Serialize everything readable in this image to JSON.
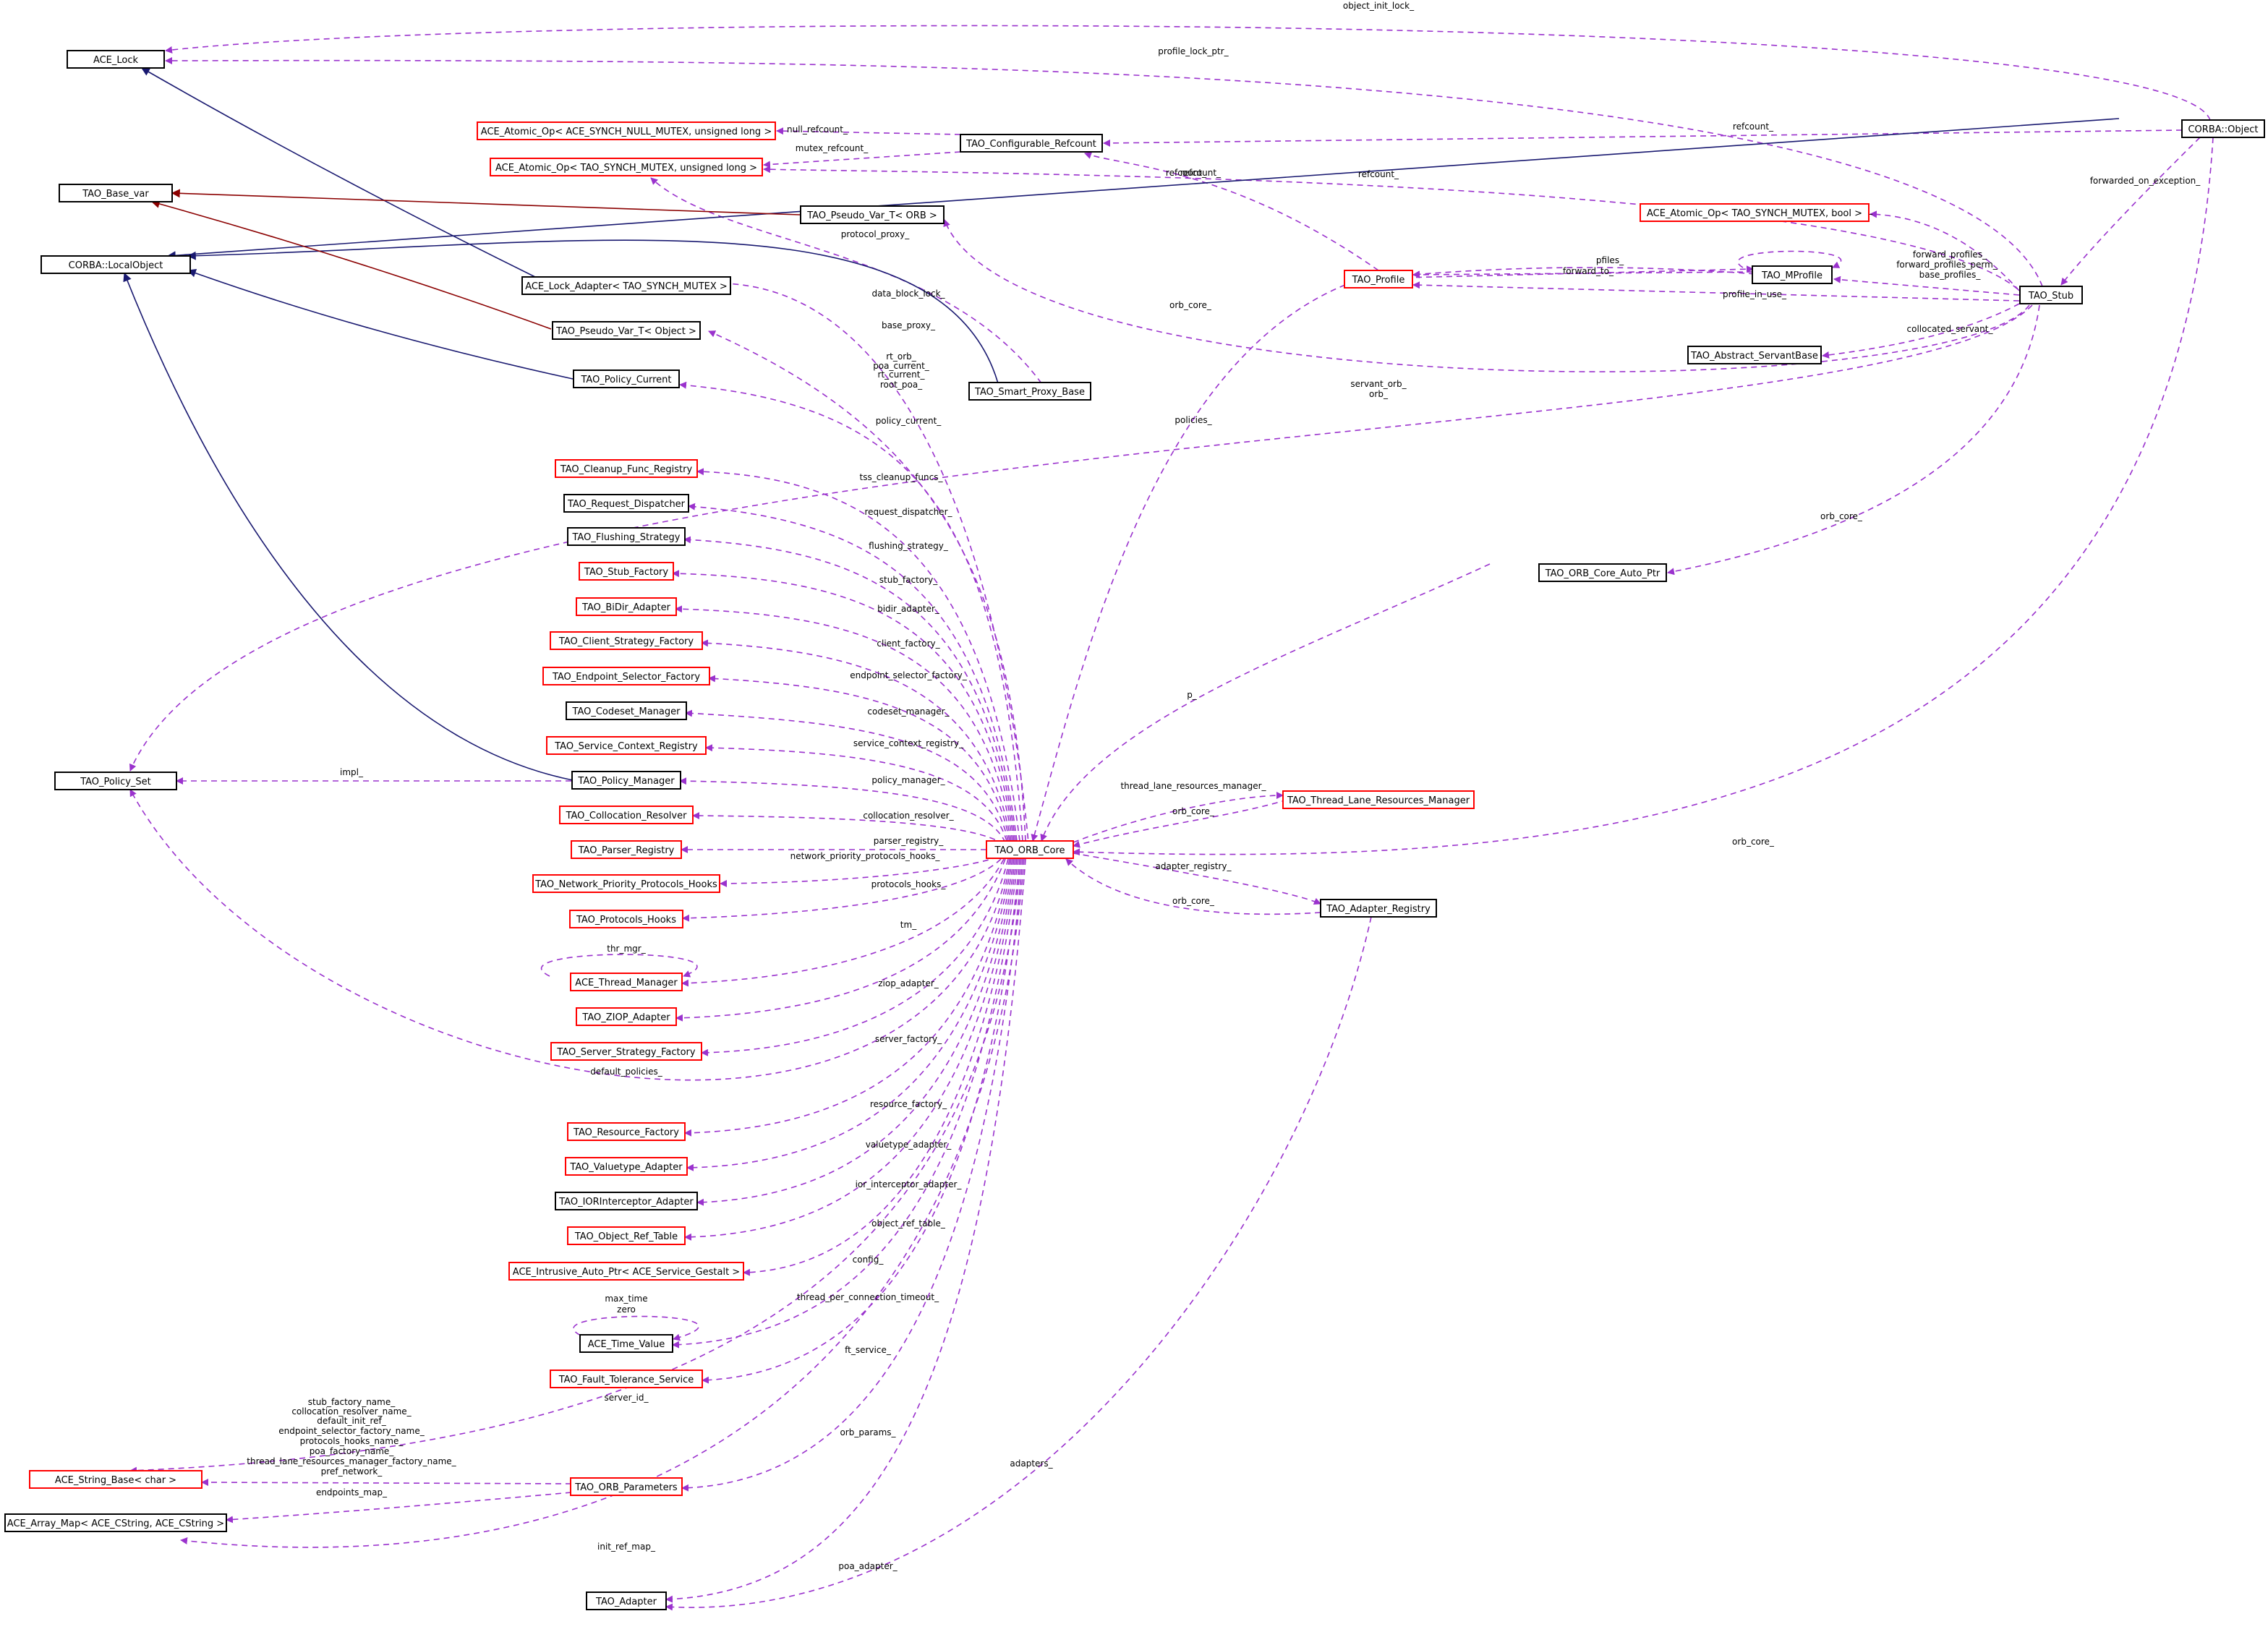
{
  "colors": {
    "black_border": "#000000",
    "red_border": "#ff0000",
    "highlight_fill": "#bfbfbf",
    "inherit_edge": "#191970",
    "protected_inherit_edge": "#8b0000",
    "usage_edge": "#9a32cd"
  },
  "nodes": [
    {
      "id": "ace_lock",
      "label": "ACE_Lock",
      "border": "black"
    },
    {
      "id": "tao_base_var",
      "label": "TAO_Base_var",
      "border": "black"
    },
    {
      "id": "corba_localobject",
      "label": "CORBA::LocalObject",
      "border": "black"
    },
    {
      "id": "tao_policy_set",
      "label": "TAO_Policy_Set",
      "border": "black"
    },
    {
      "id": "ace_string_base",
      "label": "ACE_String_Base< char >",
      "border": "red"
    },
    {
      "id": "ace_array_map",
      "label": "ACE_Array_Map< ACE_CString, ACE_CString >",
      "border": "black"
    },
    {
      "id": "atomic_null",
      "label": "ACE_Atomic_Op< ACE_SYNCH_NULL_MUTEX, unsigned long >",
      "border": "red"
    },
    {
      "id": "atomic_mutex",
      "label": "ACE_Atomic_Op< TAO_SYNCH_MUTEX, unsigned long >",
      "border": "red"
    },
    {
      "id": "lock_adapter",
      "label": "ACE_Lock_Adapter< TAO_SYNCH_MUTEX >",
      "border": "black"
    },
    {
      "id": "pseudo_var_object",
      "label": "TAO_Pseudo_Var_T< Object >",
      "border": "black"
    },
    {
      "id": "policy_current",
      "label": "TAO_Policy_Current",
      "border": "black"
    },
    {
      "id": "cleanup_registry",
      "label": "TAO_Cleanup_Func_Registry",
      "border": "red"
    },
    {
      "id": "request_dispatcher",
      "label": "TAO_Request_Dispatcher",
      "border": "black"
    },
    {
      "id": "flushing_strategy",
      "label": "TAO_Flushing_Strategy",
      "border": "black"
    },
    {
      "id": "stub_factory",
      "label": "TAO_Stub_Factory",
      "border": "red"
    },
    {
      "id": "bidir_adapter",
      "label": "TAO_BiDir_Adapter",
      "border": "red"
    },
    {
      "id": "client_strategy",
      "label": "TAO_Client_Strategy_Factory",
      "border": "red"
    },
    {
      "id": "endpoint_selector",
      "label": "TAO_Endpoint_Selector_Factory",
      "border": "red"
    },
    {
      "id": "codeset_manager",
      "label": "TAO_Codeset_Manager",
      "border": "black"
    },
    {
      "id": "service_context",
      "label": "TAO_Service_Context_Registry",
      "border": "red"
    },
    {
      "id": "policy_manager",
      "label": "TAO_Policy_Manager",
      "border": "black"
    },
    {
      "id": "collocation_resolver",
      "label": "TAO_Collocation_Resolver",
      "border": "red"
    },
    {
      "id": "parser_registry",
      "label": "TAO_Parser_Registry",
      "border": "red"
    },
    {
      "id": "network_priority",
      "label": "TAO_Network_Priority_Protocols_Hooks",
      "border": "red"
    },
    {
      "id": "protocols_hooks",
      "label": "TAO_Protocols_Hooks",
      "border": "red"
    },
    {
      "id": "thread_manager",
      "label": "ACE_Thread_Manager",
      "border": "red"
    },
    {
      "id": "ziop_adapter",
      "label": "TAO_ZIOP_Adapter",
      "border": "red"
    },
    {
      "id": "server_strategy",
      "label": "TAO_Server_Strategy_Factory",
      "border": "red"
    },
    {
      "id": "resource_factory",
      "label": "TAO_Resource_Factory",
      "border": "red"
    },
    {
      "id": "valuetype_adapter",
      "label": "TAO_Valuetype_Adapter",
      "border": "red"
    },
    {
      "id": "ior_interceptor",
      "label": "TAO_IORInterceptor_Adapter",
      "border": "black"
    },
    {
      "id": "object_ref_table",
      "label": "TAO_Object_Ref_Table",
      "border": "red"
    },
    {
      "id": "intrusive_auto_ptr",
      "label": "ACE_Intrusive_Auto_Ptr< ACE_Service_Gestalt >",
      "border": "red"
    },
    {
      "id": "time_value",
      "label": "ACE_Time_Value",
      "border": "black"
    },
    {
      "id": "fault_tolerance",
      "label": "TAO_Fault_Tolerance_Service",
      "border": "red"
    },
    {
      "id": "orb_parameters",
      "label": "TAO_ORB_Parameters",
      "border": "red"
    },
    {
      "id": "tao_adapter",
      "label": "TAO_Adapter",
      "border": "black"
    },
    {
      "id": "configurable_refcount",
      "label": "TAO_Configurable_Refcount",
      "border": "black"
    },
    {
      "id": "pseudo_var_orb",
      "label": "TAO_Pseudo_Var_T< ORB >",
      "border": "black"
    },
    {
      "id": "smart_proxy_base",
      "label": "TAO_Smart_Proxy_Base",
      "border": "black",
      "highlight": true
    },
    {
      "id": "orb_core",
      "label": "TAO_ORB_Core",
      "border": "red"
    },
    {
      "id": "tao_profile",
      "label": "TAO_Profile",
      "border": "red"
    },
    {
      "id": "atomic_bool",
      "label": "ACE_Atomic_Op< TAO_SYNCH_MUTEX, bool >",
      "border": "red"
    },
    {
      "id": "tao_mprofile",
      "label": "TAO_MProfile",
      "border": "black"
    },
    {
      "id": "abstract_servantbase",
      "label": "TAO_Abstract_ServantBase",
      "border": "black"
    },
    {
      "id": "orb_core_auto_ptr",
      "label": "TAO_ORB_Core_Auto_Ptr",
      "border": "black"
    },
    {
      "id": "thread_lane",
      "label": "TAO_Thread_Lane_Resources_Manager",
      "border": "red"
    },
    {
      "id": "adapter_registry",
      "label": "TAO_Adapter_Registry",
      "border": "black"
    },
    {
      "id": "corba_object",
      "label": "CORBA::Object",
      "border": "black"
    },
    {
      "id": "tao_stub",
      "label": "TAO_Stub",
      "border": "black"
    }
  ],
  "edge_labels": [
    "object_init_lock_",
    "profile_lock_ptr_",
    "refcount_",
    "null_refcount_",
    "mutex_refcount_",
    "refcount_",
    "refcount_",
    "refcount_",
    "protocol_proxy_",
    "forwarded_on_exception_",
    "forward_from_",
    "pfiles_",
    "forward_to_",
    "forward_profiles_",
    "forward_profiles_perm_",
    "base_profiles_",
    "profile_in_use_",
    "collocated_servant_",
    "servant_orb_",
    "orb_",
    "orb_core_",
    "data_block_lock_",
    "base_proxy_",
    "rt_orb_",
    "poa_current_",
    "rt_current_",
    "root_poa_",
    "policy_current_",
    "policies_",
    "tss_cleanup_funcs_",
    "request_dispatcher_",
    "flushing_strategy_",
    "stub_factory_",
    "bidir_adapter_",
    "client_factory_",
    "endpoint_selector_factory_",
    "codeset_manager_",
    "service_context_registry_",
    "impl_",
    "policy_manager_",
    "collocation_resolver_",
    "parser_registry_",
    "network_priority_protocols_hooks_",
    "protocols_hooks_",
    "thr_mgr_",
    "tm_",
    "ziop_adapter_",
    "server_factory_",
    "default_policies_",
    "resource_factory_",
    "valuetype_adapter_",
    "ior_interceptor_adapter_",
    "object_ref_table_",
    "config_",
    "max_time",
    "zero",
    "thread_per_connection_timeout_",
    "ft_service_",
    "server_id_",
    "stub_factory_name_",
    "collocation_resolver_name_",
    "default_init_ref_",
    "endpoint_selector_factory_name_",
    "protocols_hooks_name_",
    "poa_factory_name_",
    "thread_lane_resources_manager_factory_name_",
    "pref_network_",
    "endpoints_map_",
    "orb_params_",
    "init_ref_map_",
    "poa_adapter_",
    "adapters_",
    "p_",
    "thread_lane_resources_manager_",
    "orb_core_",
    "adapter_registry_",
    "orb_core_",
    "orb_core_",
    "orb_core_"
  ]
}
